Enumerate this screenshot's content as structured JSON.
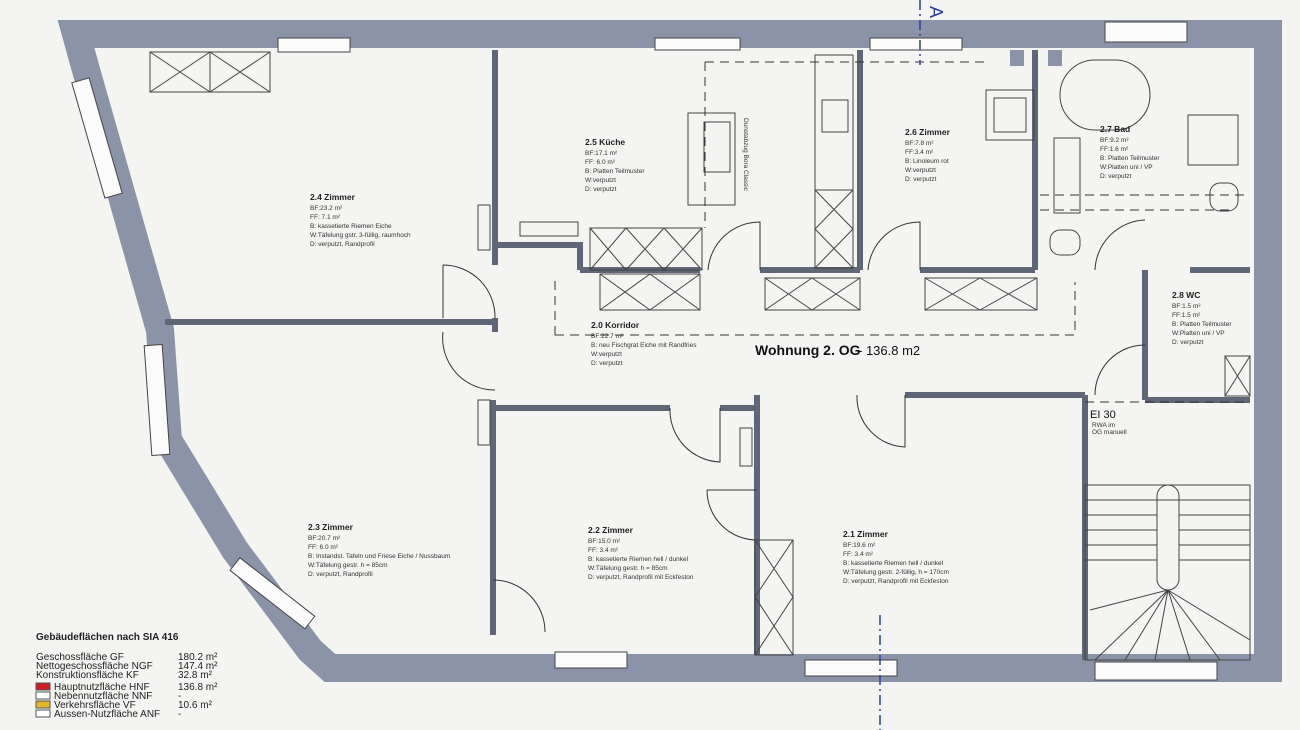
{
  "apartment": {
    "title": "Wohnung 2. OG",
    "area": "- 136.8 m2"
  },
  "section_marker": "A",
  "fire_rating": {
    "label": "EI 30",
    "note1": "RWA im",
    "note2": "OG manuell"
  },
  "kitchen_appliance": "Dunstabzug Bora Classic",
  "rooms": [
    {
      "name": "2.4 Zimmer",
      "lines": [
        "BF:23.2 m²",
        "FF: 7.1 m²",
        "B: kassetierte Riemen Eiche",
        "W:Täfelung gstr. 3-füllig, raumhoch",
        "D: verputzt, Randprofil"
      ]
    },
    {
      "name": "2.5 Küche",
      "lines": [
        "BF:17.1 m²",
        "FF: 6.0 m²",
        "B: Platten Teilmuster",
        "W:verputzt",
        "D: verputzt"
      ]
    },
    {
      "name": "2.6 Zimmer",
      "lines": [
        "BF:7.8 m²",
        "FF:3.4 m²",
        "B: Linoleum rot",
        "W:verputzt",
        "D: verputzt"
      ]
    },
    {
      "name": "2.7 Bad",
      "lines": [
        "BF:9.2 m²",
        "FF:1.6 m²",
        "B: Platten Teilmuster",
        "W:Platten uni / VP",
        "D: verputzt"
      ]
    },
    {
      "name": "2.8 WC",
      "lines": [
        "BF:1.5 m²",
        "FF:1.5 m²",
        "B: Platten Teilmuster",
        "W:Platten uni / VP",
        "D: verputzt"
      ]
    },
    {
      "name": "2.0 Korridor",
      "lines": [
        "BF:22.7 m²",
        "B: neu Fischgrat Eiche mit Randfries",
        "W:verputzt",
        "D: verputzt"
      ]
    },
    {
      "name": "2.3 Zimmer",
      "lines": [
        "BF:20.7 m²",
        "FF: 6.0 m²",
        "B: Instandst. Tafeln und Friese Eiche / Nussbaum",
        "W:Täfelung gestr. h = 85cm",
        "D: verputzt, Randprofil"
      ]
    },
    {
      "name": "2.2 Zimmer",
      "lines": [
        "BF:15.0 m²",
        "FF: 3.4 m²",
        "B: kassetierte Riemen hell / dunkel",
        "W:Täfelung gestr. h = 85cm",
        "D: verputzt, Randprofil mit Eckfeston"
      ]
    },
    {
      "name": "2.1 Zimmer",
      "lines": [
        "BF:19.6 m²",
        "FF: 3.4 m²",
        "B: kassetierte Riemen hell / dunkel",
        "W:Täfelung gestr. 2-füllig, h = 170cm",
        "D: verputzt, Randprofil mit Eckfeston"
      ]
    }
  ],
  "legend": {
    "title": "Gebäudeflächen nach SIA 416",
    "totals": [
      {
        "label": "Geschossfläche GF",
        "value": "180.2 m²"
      },
      {
        "label": "Nettogeschossfläche NGF",
        "value": "147.4 m²"
      },
      {
        "label": "Konstruktionsfläche KF",
        "value": "32.8 m²"
      }
    ],
    "categories": [
      {
        "label": "Hauptnutzfläche HNF",
        "value": "136.8 m²",
        "color": "#d01c24"
      },
      {
        "label": "Nebennutzfläche NNF",
        "value": "-",
        "color": "#ffffff"
      },
      {
        "label": "Verkehrsfläche VF",
        "value": "10.6 m²",
        "color": "#e3b72c"
      },
      {
        "label": "Aussen-Nutzfläche ANF",
        "value": "-",
        "color": "#ffffff"
      }
    ]
  }
}
